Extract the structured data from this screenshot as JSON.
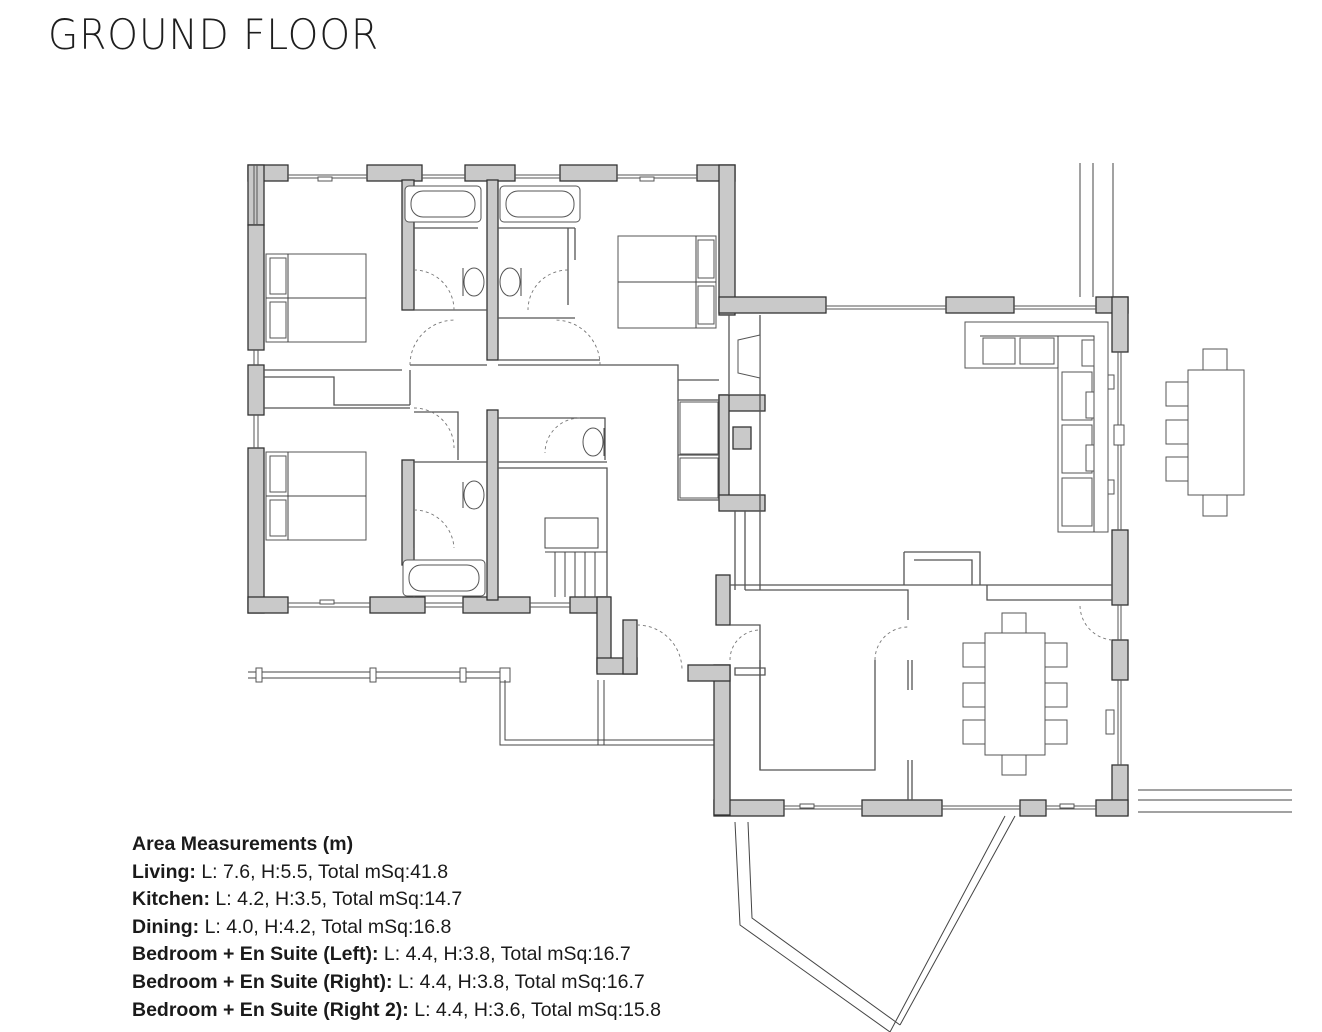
{
  "page_title": "GROUND FLOOR",
  "measurements": {
    "heading": "Area Measurements (m)",
    "rows": [
      {
        "label": "Living:",
        "value": " L: 7.6, H:5.5, Total mSq:41.8"
      },
      {
        "label": "Kitchen:",
        "value": " L: 4.2, H:3.5, Total mSq:14.7"
      },
      {
        "label": "Dining:",
        "value": " L: 4.0, H:4.2, Total mSq:16.8"
      },
      {
        "label": "Bedroom + En Suite (Left):",
        "value": " L: 4.4, H:3.8, Total mSq:16.7"
      },
      {
        "label": "Bedroom + En Suite (Right):",
        "value": " L: 4.4, H:3.8, Total mSq:16.7"
      },
      {
        "label": "Bedroom + En Suite (Right 2):",
        "value": " L: 4.4, H:3.6, Total mSq:15.8"
      }
    ]
  },
  "colors": {
    "wall_fill": "#c9c9c9",
    "line": "#444444",
    "text": "#1a1a1a"
  }
}
